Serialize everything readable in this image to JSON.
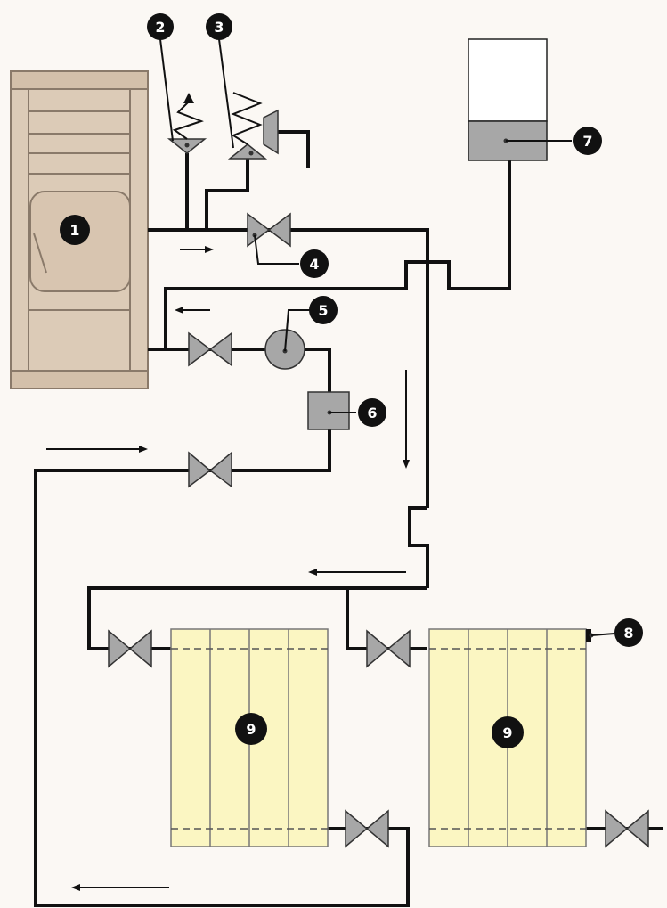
{
  "colors": {
    "background": "#fbf8f4",
    "pipe": "#111111",
    "boiler_fill": "#dccbb7",
    "boiler_stroke": "#8a7a6a",
    "component_gray": "#a7a7a7",
    "radiator_fill": "#fbf6c2",
    "marker": "#111111",
    "marker_text": "#ffffff"
  },
  "callouts": {
    "boiler": "1",
    "valve_a": "2",
    "valve_b": "3",
    "supply_valve": "4",
    "pump": "5",
    "filter": "6",
    "expansion_tank": "7",
    "air_vent": "8",
    "radiator_left": "9",
    "radiator_right": "9"
  },
  "icons": {
    "valve": "gate-valve-icon",
    "pump": "circulation-pump-icon",
    "arrow": "flow-arrow-icon"
  }
}
